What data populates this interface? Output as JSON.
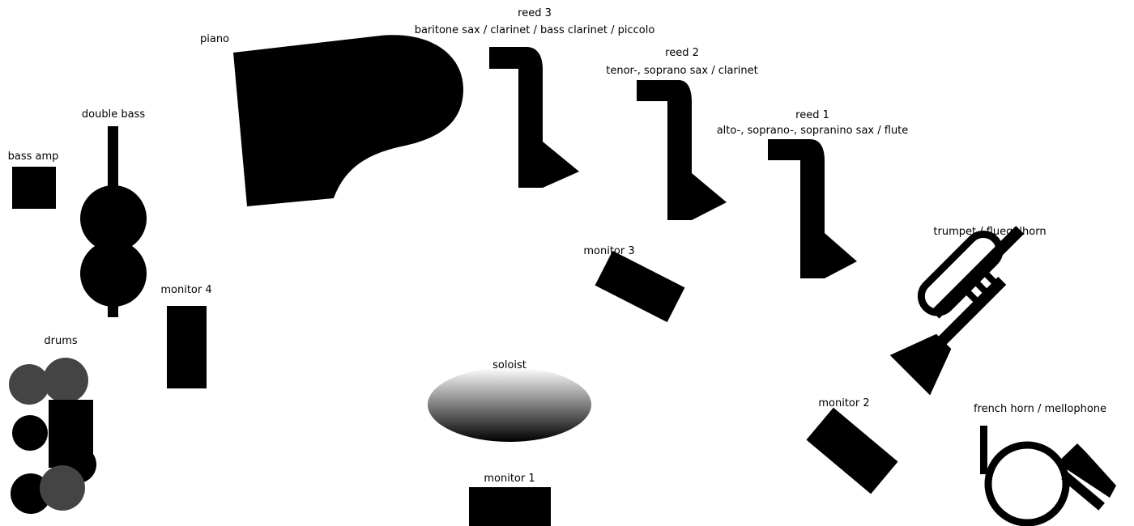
{
  "labels": {
    "piano": "piano",
    "reed3_name": "reed 3",
    "reed3_instruments": "baritone sax / clarinet / bass clarinet / piccolo",
    "reed2_name": "reed 2",
    "reed2_instruments": "tenor-, soprano sax / clarinet",
    "reed1_name": "reed 1",
    "reed1_instruments": "alto-, soprano-, sopranino sax / flute",
    "double_bass": "double bass",
    "bass_amp": "bass amp",
    "monitor4": "monitor 4",
    "monitor3": "monitor 3",
    "monitor2": "monitor 2",
    "monitor1": "monitor 1",
    "drums": "drums",
    "soloist": "soloist",
    "trumpet": "trumpet / fluegelhorn",
    "french_horn": "french horn / mellophone"
  },
  "colors": {
    "shape": "#000000",
    "drum_shell": "#444444",
    "soloist_top": "#ffffff",
    "soloist_bottom": "#000000"
  }
}
